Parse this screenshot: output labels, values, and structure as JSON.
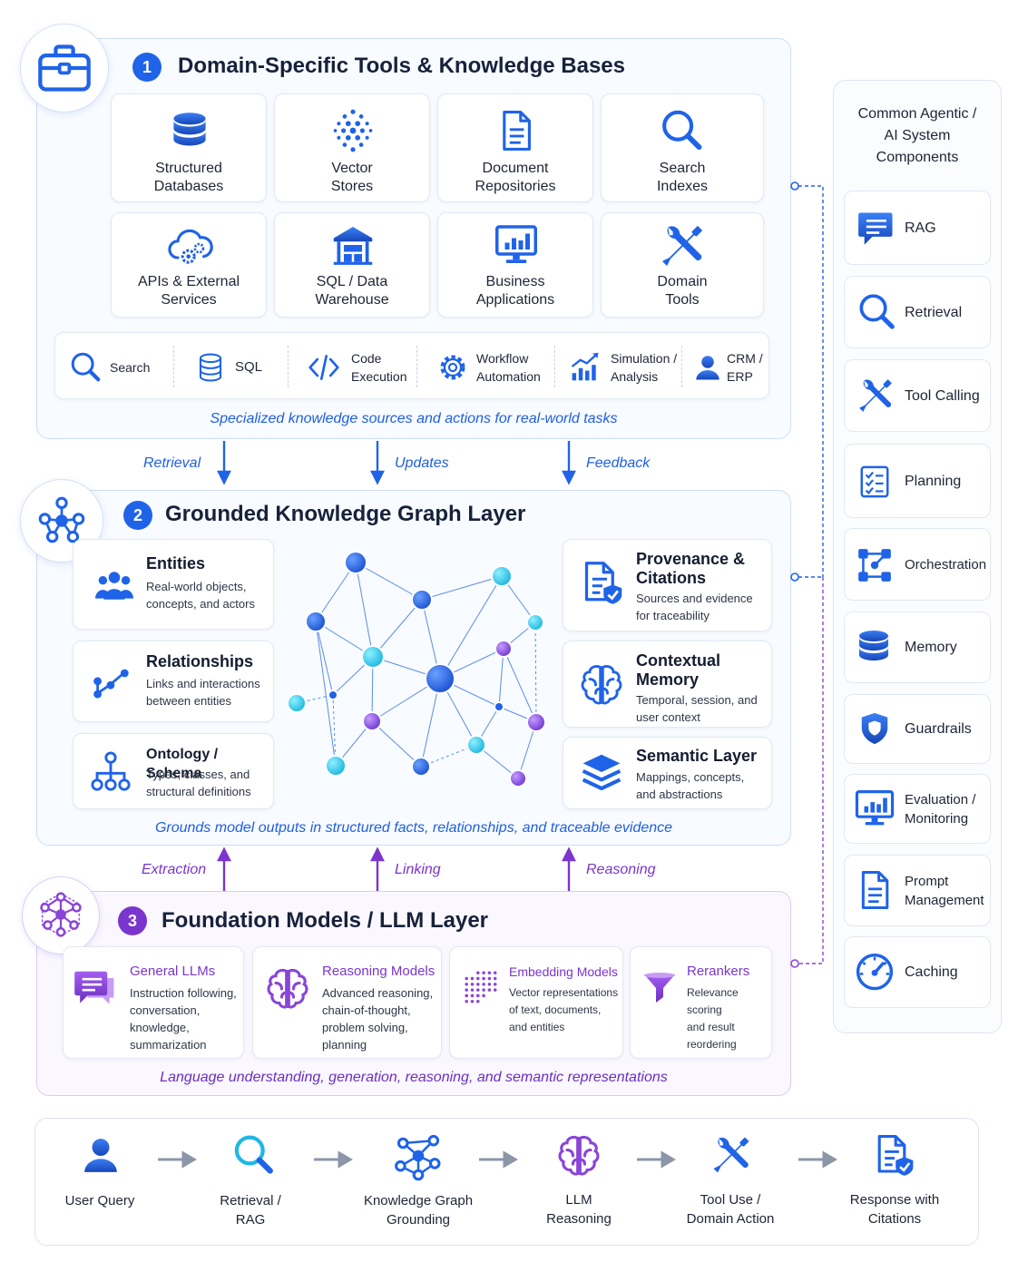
{
  "section1": {
    "number": "1",
    "title": "Domain-Specific Tools & Knowledge Bases",
    "tiles": [
      {
        "label": "Structured\nDatabases",
        "icon": "database-icon"
      },
      {
        "label": "Vector\nStores",
        "icon": "vector-dots-icon"
      },
      {
        "label": "Document\nRepositories",
        "icon": "document-icon"
      },
      {
        "label": "Search\nIndexes",
        "icon": "search-icon"
      },
      {
        "label": "APIs & External\nServices",
        "icon": "cloud-gear-icon"
      },
      {
        "label": "SQL / Data\nWarehouse",
        "icon": "warehouse-icon"
      },
      {
        "label": "Business\nApplications",
        "icon": "monitor-chart-icon"
      },
      {
        "label": "Domain\nTools",
        "icon": "tools-icon"
      }
    ],
    "toolbar": [
      {
        "label": "Search",
        "icon": "search-icon"
      },
      {
        "label": "SQL",
        "icon": "database-icon"
      },
      {
        "label": "Code\nExecution",
        "icon": "code-icon"
      },
      {
        "label": "Workflow\nAutomation",
        "icon": "gear-icon"
      },
      {
        "label": "Simulation /\nAnalysis",
        "icon": "chart-icon"
      },
      {
        "label": "CRM /\nERP",
        "icon": "person-icon"
      }
    ],
    "caption": "Specialized knowledge sources and actions for real-world tasks"
  },
  "flow1": [
    "Retrieval",
    "Updates",
    "Feedback"
  ],
  "section2": {
    "number": "2",
    "title": "Grounded Knowledge Graph Layer",
    "left_cards": [
      {
        "title": "Entities",
        "desc": "Real-world objects,\nconcepts, and actors",
        "icon": "people-icon"
      },
      {
        "title": "Relationships",
        "desc": "Links and interactions\nbetween entities",
        "icon": "relationship-icon"
      },
      {
        "title": "Ontology / Schema",
        "desc": "Types, classes, and\nstructural definitions",
        "icon": "hierarchy-icon"
      }
    ],
    "right_cards": [
      {
        "title": "Provenance &\nCitations",
        "desc": "Sources and evidence\nfor traceability",
        "icon": "document-check-icon"
      },
      {
        "title": "Contextual\nMemory",
        "desc": "Temporal, session, and\nuser context",
        "icon": "brain-icon"
      },
      {
        "title": "Semantic Layer",
        "desc": "Mappings, concepts,\nand abstractions",
        "icon": "layers-icon"
      }
    ],
    "caption": "Grounds model outputs in structured facts, relationships, and traceable evidence"
  },
  "flow2": [
    "Extraction",
    "Linking",
    "Reasoning"
  ],
  "section3": {
    "number": "3",
    "title": "Foundation Models / LLM Layer",
    "models": [
      {
        "title": "General LLMs",
        "desc": "Instruction following,\nconversation,\nknowledge,\nsummarization",
        "icon": "chat-icon"
      },
      {
        "title": "Reasoning Models",
        "desc": "Advanced reasoning,\nchain-of-thought,\nproblem solving,\nplanning",
        "icon": "brain-icon"
      },
      {
        "title": "Embedding Models",
        "desc": "Vector representations\nof text, documents,\nand entities",
        "icon": "dot-grid-icon"
      },
      {
        "title": "Rerankers",
        "desc": "Relevance scoring\nand result\nreordering",
        "icon": "funnel-icon"
      }
    ],
    "caption": "Language understanding, generation, reasoning, and semantic representations"
  },
  "sidebar": {
    "title": "Common Agentic /\nAI System\nComponents",
    "items": [
      {
        "label": "RAG",
        "icon": "chat-icon"
      },
      {
        "label": "Retrieval",
        "icon": "search-icon"
      },
      {
        "label": "Tool Calling",
        "icon": "tools-icon"
      },
      {
        "label": "Planning",
        "icon": "checklist-icon"
      },
      {
        "label": "Orchestration",
        "icon": "orchestration-icon"
      },
      {
        "label": "Memory",
        "icon": "database-icon"
      },
      {
        "label": "Guardrails",
        "icon": "shield-icon"
      },
      {
        "label": "Evaluation /\nMonitoring",
        "icon": "monitor-chart-icon"
      },
      {
        "label": "Prompt\nManagement",
        "icon": "document-icon"
      },
      {
        "label": "Caching",
        "icon": "gauge-icon"
      }
    ]
  },
  "pipeline": [
    {
      "label": "User Query",
      "icon": "person-icon"
    },
    {
      "label": "Retrieval /\nRAG",
      "icon": "search-icon"
    },
    {
      "label": "Knowledge Graph\nGrounding",
      "icon": "network-icon"
    },
    {
      "label": "LLM\nReasoning",
      "icon": "brain-icon"
    },
    {
      "label": "Tool Use /\nDomain Action",
      "icon": "tools-icon"
    },
    {
      "label": "Response with\nCitations",
      "icon": "document-check-icon"
    }
  ],
  "colors": {
    "primary_blue": "#1f63e8",
    "dark_blue": "#1747b8",
    "purple": "#7a35cf",
    "cyan": "#2bc3e6",
    "caption_blue": "#1f5fe0",
    "caption_purple": "#6a2fc0"
  }
}
